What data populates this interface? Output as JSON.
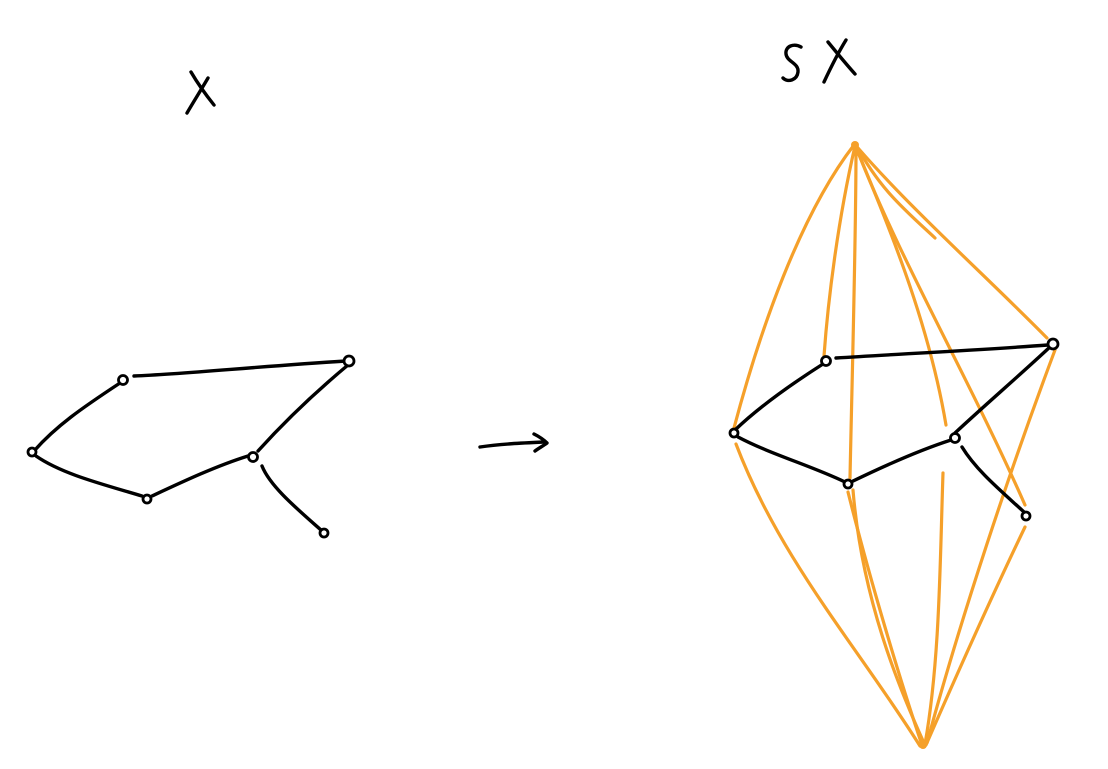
{
  "left_panel": {
    "label": "X",
    "vertices": [
      "v1",
      "v2",
      "v3",
      "v4",
      "v5",
      "v6"
    ],
    "edges": [
      [
        "v1",
        "v2"
      ],
      [
        "v2",
        "v3"
      ],
      [
        "v1",
        "v4"
      ],
      [
        "v4",
        "v5"
      ],
      [
        "v5",
        "v3"
      ],
      [
        "v5",
        "v6"
      ]
    ]
  },
  "arrow": {
    "meaning": "maps-to"
  },
  "right_panel": {
    "label": "SX",
    "base_vertices": [
      "v1",
      "v2",
      "v3",
      "v4",
      "v5",
      "v6"
    ],
    "base_edges": [
      [
        "v1",
        "v2"
      ],
      [
        "v2",
        "v3"
      ],
      [
        "v1",
        "v4"
      ],
      [
        "v4",
        "v5"
      ],
      [
        "v5",
        "v3"
      ],
      [
        "v5",
        "v6"
      ]
    ],
    "cone_points": [
      "north",
      "south"
    ]
  },
  "colors": {
    "ink": "#000000",
    "suspension": "#f5a02a",
    "background": "#ffffff"
  }
}
